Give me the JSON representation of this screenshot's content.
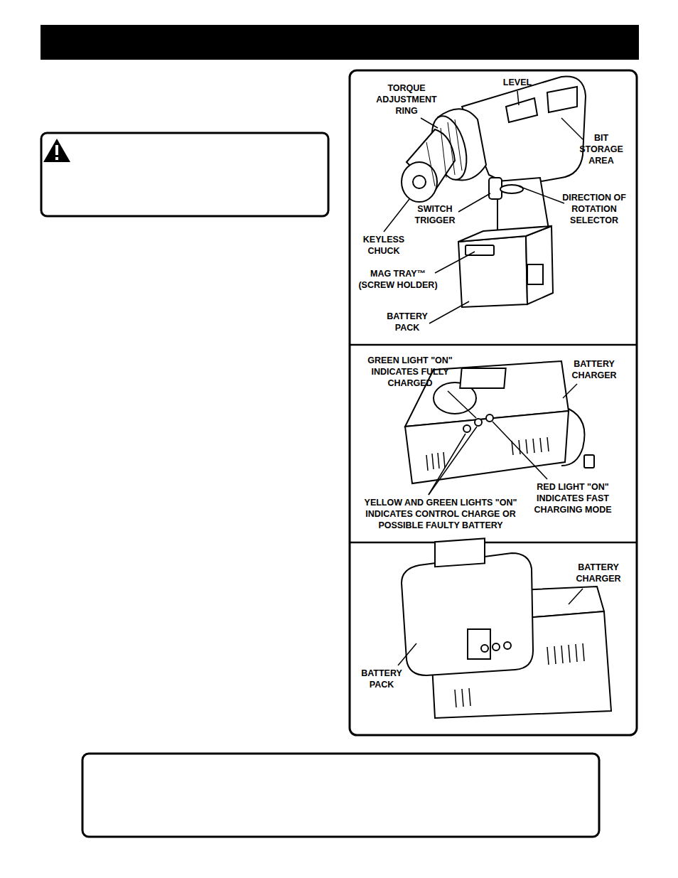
{
  "diagram": {
    "labels": [
      "LEVEL",
      "TORQUE ADJUSTMENT RING",
      "BIT STORAGE AREA",
      "DIRECTION OF ROTATION SELECTOR",
      "SWITCH TRIGGER",
      "KEYLESS CHUCK",
      "MAG TRAY™ (SCREW HOLDER)",
      "BATTERY PACK",
      "GREEN LIGHT \"ON\" INDICATES FULLY CHARGED",
      "BATTERY CHARGER",
      "RED LIGHT \"ON\" INDICATES FAST CHARGING MODE",
      "YELLOW AND GREEN LIGHTS \"ON\" INDICATES CONTROL CHARGE OR POSSIBLE FAULTY BATTERY",
      "BATTERY CHARGER",
      "BATTERY PACK"
    ]
  }
}
